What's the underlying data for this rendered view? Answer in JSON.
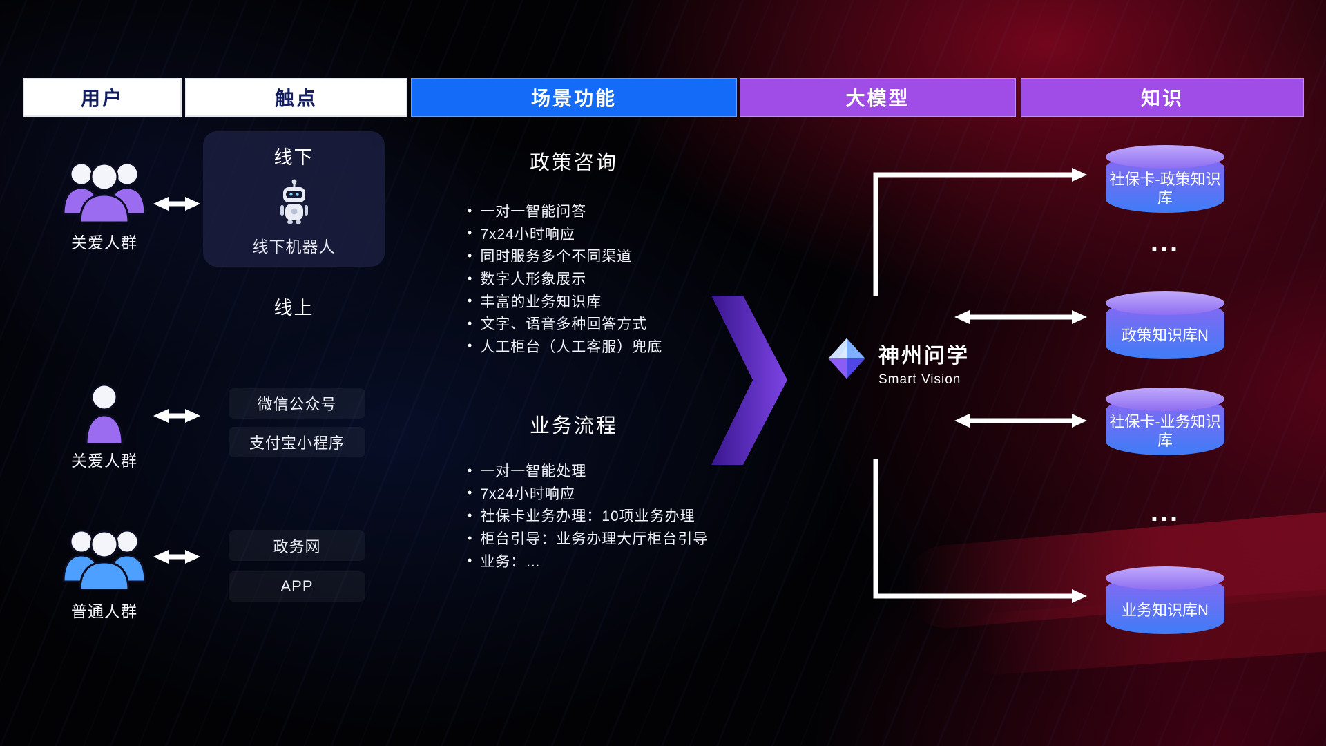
{
  "header": {
    "columns": [
      {
        "label": "用户"
      },
      {
        "label": "触点"
      },
      {
        "label": "场景功能"
      },
      {
        "label": "大模型"
      },
      {
        "label": "知识"
      }
    ]
  },
  "users": {
    "groups": [
      {
        "label": "关爱人群"
      },
      {
        "label": "关爱人群"
      },
      {
        "label": "普通人群"
      }
    ]
  },
  "touchpoints": {
    "offline": {
      "title": "线下",
      "robot_label": "线下机器人"
    },
    "online_title": "线上",
    "channels": [
      "微信公众号",
      "支付宝小程序",
      "政务网",
      "APP"
    ]
  },
  "scenarios": {
    "policy": {
      "title": "政策咨询",
      "items": [
        "一对一智能问答",
        "7x24小时响应",
        "同时服务多个不同渠道",
        "数字人形象展示",
        "丰富的业务知识库",
        "文字、语音多种回答方式",
        "人工柜台（人工客服）兜底"
      ]
    },
    "business": {
      "title": "业务流程",
      "items": [
        "一对一智能处理",
        "7x24小时响应",
        "社保卡业务办理：10项业务办理",
        "柜台引导：业务办理大厅柜台引导",
        "业务：…"
      ]
    }
  },
  "model": {
    "name": "神州问学",
    "subtitle": "Smart Vision"
  },
  "knowledge": {
    "ellipsis": "...",
    "databases": [
      {
        "label": "社保卡-政策知识库"
      },
      {
        "label": "政策知识库N"
      },
      {
        "label": "社保卡-业务知识库"
      },
      {
        "label": "业务知识库N"
      }
    ]
  },
  "colors": {
    "header_blue": "#146bf7",
    "header_purple": "#9f4de6",
    "cylinder_top": "#c0a9fa",
    "cylinder_body_top": "#8a68f2",
    "cylinder_body_bottom": "#3f7cf6",
    "people_purple": "#9b6cf0",
    "people_blue": "#4da0ff",
    "background_red": "#8c0a23",
    "arrow_white": "#ffffff"
  }
}
